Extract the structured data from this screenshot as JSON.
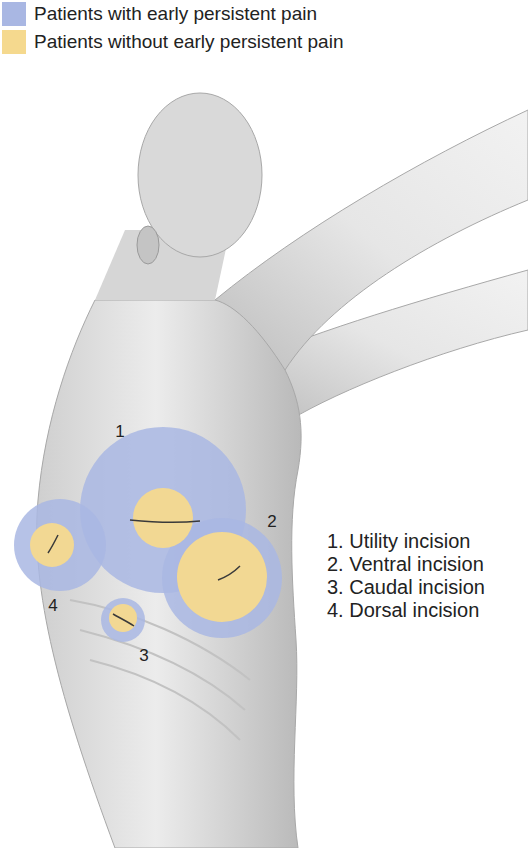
{
  "diagram": {
    "labels": [
      "1",
      "2",
      "3",
      "4",
      "1. Utility incision",
      "2. Ventral incision",
      "3. Caudal incision",
      "4. Dorsal incision"
    ],
    "legend": [
      {
        "text": "Patients with early persistent pain",
        "color": "#a9b7e3"
      },
      {
        "text": "Patients without early persistent pain",
        "color": "#f5d98e"
      }
    ]
  }
}
